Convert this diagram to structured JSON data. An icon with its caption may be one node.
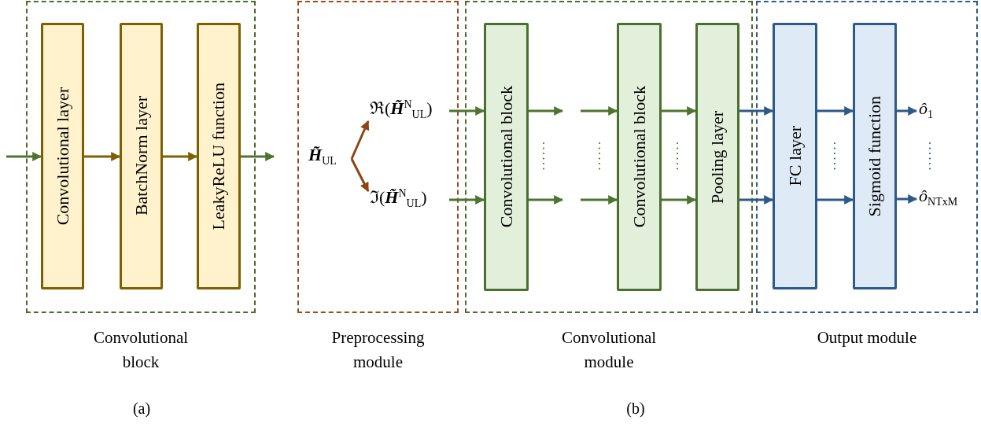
{
  "diagram": {
    "nodes": [
      {
        "text": [
          "Convolutional block"
        ]
      },
      {
        "text": [
          "Convolutional layer"
        ],
        "in": 0
      },
      {
        "text": [
          "BatchNorm layer"
        ],
        "in": 0
      },
      {
        "text": [
          "LeakyReLU function"
        ],
        "in": 0
      },
      {
        "text": [
          "Preprocessing module"
        ]
      },
      {
        "text": [
          "**H̃**$_{UL}$"
        ],
        "in": 4
      },
      {
        "text": [
          "ℜ(**H̃**$^{N}$$_{UL}$)"
        ],
        "in": 4
      },
      {
        "text": [
          "ℑ(**H̃**$^{N}$$_{UL}$)"
        ],
        "in": 4
      },
      {
        "text": [
          "Convolutional module"
        ]
      },
      {
        "text": [
          "Convolutional block"
        ],
        "in": 8
      },
      {
        "text": [
          "Convolutional block"
        ],
        "in": 8
      },
      {
        "text": [
          "Pooling layer"
        ],
        "in": 8
      },
      {
        "text": [
          "Output module"
        ]
      },
      {
        "text": [
          "FC layer"
        ],
        "in": 12
      },
      {
        "text": [
          "Sigmoid function"
        ],
        "in": 12
      },
      {
        "text": [
          "*ô*$_{1}$"
        ],
        "in": 12
      },
      {
        "text": [
          "*ô*$_{N}$$_{Tx}$$_{M}$"
        ],
        "in": 12
      }
    ],
    "edges": [
      {
        "from": null,
        "to": 1,
        "arrow": "to"
      },
      {
        "from": 1,
        "to": 2,
        "arrow": "to",
        "color": "#7f6000"
      },
      {
        "from": 2,
        "to": 3,
        "arrow": "to",
        "color": "#7f6000"
      },
      {
        "from": 3,
        "to": null,
        "arrow": "to"
      },
      {
        "from": 5,
        "to": 6,
        "arrow": "to",
        "color": "#8b4513"
      },
      {
        "from": 5,
        "to": 7,
        "arrow": "to",
        "color": "#8b4513"
      },
      {
        "from": 6,
        "to": 9,
        "arrow": "to"
      },
      {
        "from": 7,
        "to": 9,
        "arrow": "to"
      },
      {
        "from": 9,
        "to": null,
        "arrow": "to"
      },
      {
        "from": 9,
        "to": null,
        "arrow": "to"
      },
      {
        "from": null,
        "to": 10,
        "arrow": "to"
      },
      {
        "from": null,
        "to": 10,
        "arrow": "to"
      },
      {
        "from": 10,
        "to": 11,
        "arrow": "to"
      },
      {
        "from": 10,
        "to": 11,
        "arrow": "to"
      },
      {
        "from": 11,
        "to": 13,
        "arrow": "to",
        "color": "#2e5a88"
      },
      {
        "from": 11,
        "to": 13,
        "arrow": "to",
        "color": "#2e5a88"
      },
      {
        "from": 13,
        "to": 14,
        "arrow": "to",
        "color": "#2e5a88"
      },
      {
        "from": 13,
        "to": 14,
        "arrow": "to",
        "color": "#2e5a88"
      },
      {
        "from": 14,
        "to": 15,
        "arrow": "to",
        "color": "#2e5a88"
      },
      {
        "from": 14,
        "to": 16,
        "arrow": "to",
        "color": "#2e5a88"
      }
    ],
    "labels": [
      "(a)",
      "(b)"
    ]
  }
}
